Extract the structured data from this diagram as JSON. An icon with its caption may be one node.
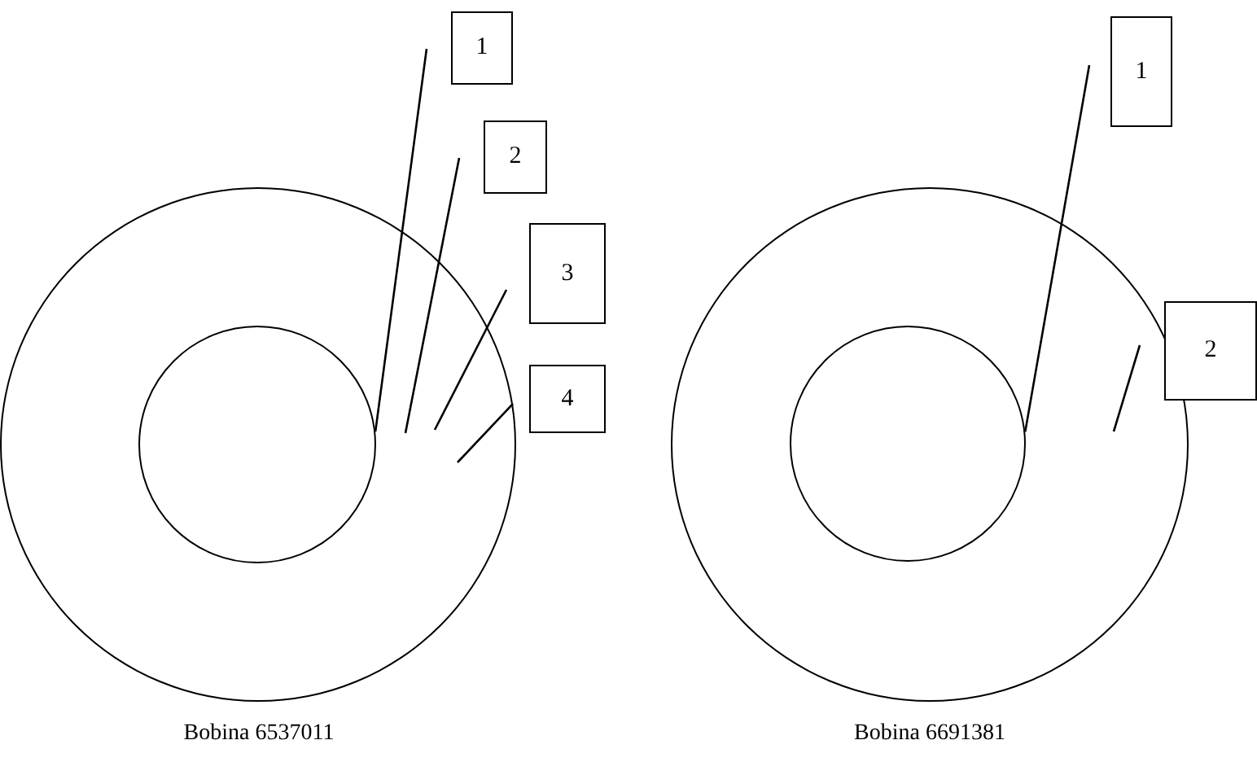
{
  "diagram": {
    "nodes": [
      {
        "text": [],
        "shape": "circle",
        "beside": [
          "Bobina 6537011"
        ]
      },
      {
        "text": [],
        "shape": "circle",
        "in": 0
      },
      {
        "text": [
          "1"
        ]
      },
      {
        "text": [
          "2"
        ]
      },
      {
        "text": [
          "3"
        ]
      },
      {
        "text": [
          "4"
        ]
      },
      {
        "text": [],
        "shape": "circle",
        "beside": [
          "Bobina 6691381"
        ]
      },
      {
        "text": [],
        "shape": "circle",
        "in": 6
      },
      {
        "text": [
          "1"
        ]
      },
      {
        "text": [
          "2"
        ]
      }
    ],
    "edges": [
      {
        "from": 2,
        "to": 1,
        "arrow": "none"
      },
      {
        "from": 3,
        "to": null,
        "arrow": "none"
      },
      {
        "from": 4,
        "to": null,
        "arrow": "none"
      },
      {
        "from": 5,
        "to": null,
        "arrow": "none"
      },
      {
        "from": 8,
        "to": 7,
        "arrow": "none"
      },
      {
        "from": 9,
        "to": null,
        "arrow": "none"
      }
    ]
  }
}
